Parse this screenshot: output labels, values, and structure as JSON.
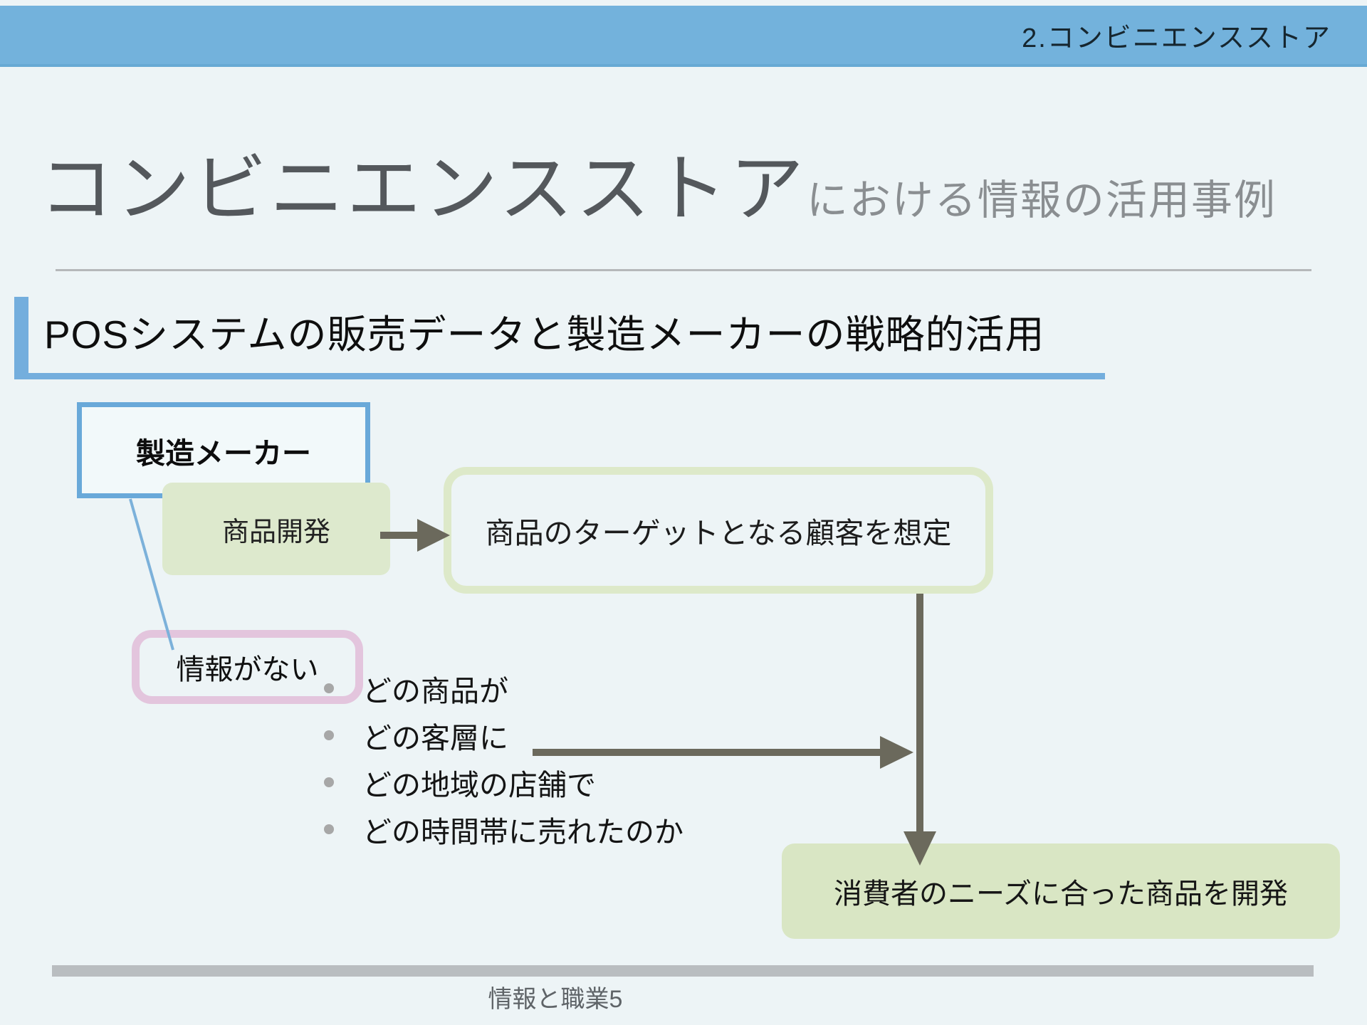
{
  "slide": {
    "header": {
      "label": "2.コンビニエンスストア"
    },
    "title": {
      "main": "コンビニエンスストア",
      "sub": "における情報の活用事例"
    },
    "section_heading": "POSシステムの販売データと製造メーカーの戦略的活用",
    "footer": "情報と職業5"
  },
  "diagram": {
    "maker_box": "製造メーカー",
    "product_dev_box": "商品開発",
    "target_box": "商品のターゲットとなる顧客を想定",
    "no_info_box": "情報がない",
    "pos_data_bullets": [
      "どの商品が",
      "どの客層に",
      "どの地域の店舗で",
      "どの時間帯に売れたのか"
    ],
    "develop_box": "消費者のニーズに合った商品を開発"
  },
  "colors": {
    "header_bar": "#73b2dc",
    "background": "#edf4f6",
    "accent_blue": "#74aedd",
    "maker_box_border": "#69a9d9",
    "green_fill": "#dde9cd",
    "green_border": "#dde9c9",
    "develop_fill": "#d9e6c4",
    "pink_border": "#e3c5dd",
    "arrow": "#6b695c",
    "connector_blue": "#7cb1da",
    "title_main": "#54585c",
    "title_sub": "#8a8e91",
    "footer_bar": "#b9bdc0"
  }
}
